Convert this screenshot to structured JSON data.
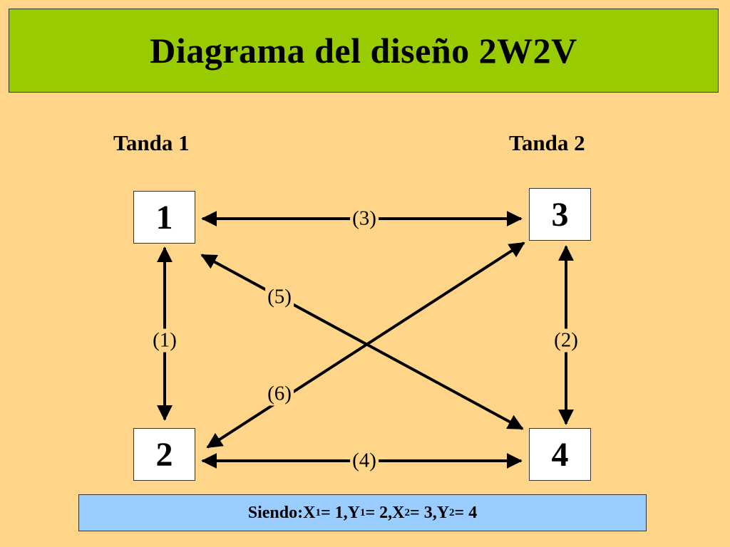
{
  "title": "Diagrama del diseño 2W2V",
  "batches": {
    "batch1": "Tanda 1",
    "batch2": "Tanda 2"
  },
  "nodes": {
    "n1": "1",
    "n2": "2",
    "n3": "3",
    "n4": "4"
  },
  "edges": {
    "e1": "(1)",
    "e2": "(2)",
    "e3": "(3)",
    "e4": "(4)",
    "e5": "(5)",
    "e6": "(6)"
  },
  "footer": {
    "prefix": "Siendo: ",
    "x": "X",
    "y": "Y",
    "sub1": "1",
    "sub2": "2",
    "eq_x1": " = 1, ",
    "eq_y1": "= 2, ",
    "eq_x2": " = 3, ",
    "eq_y2": " = 4"
  },
  "colors": {
    "background": "#FFD58A",
    "title_bar": "#99CC00",
    "footer_bar": "#99CCFF"
  }
}
